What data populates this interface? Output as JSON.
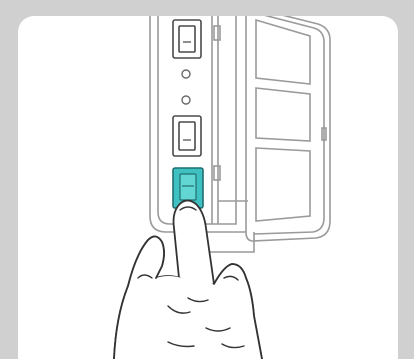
{
  "illustration": {
    "subject": "finger-pressing-highlighted-rocker-switch",
    "colors": {
      "frame": "#d0d0d0",
      "panel": "#ffffff",
      "stroke": "#4a4a4a",
      "light_stroke": "#9a9a9a",
      "switch_accent": "#3ec1c0",
      "switch_accent_dark": "#1f8e90"
    },
    "switches": [
      {
        "state": "normal"
      },
      {
        "state": "normal"
      },
      {
        "state": "highlighted"
      }
    ]
  }
}
